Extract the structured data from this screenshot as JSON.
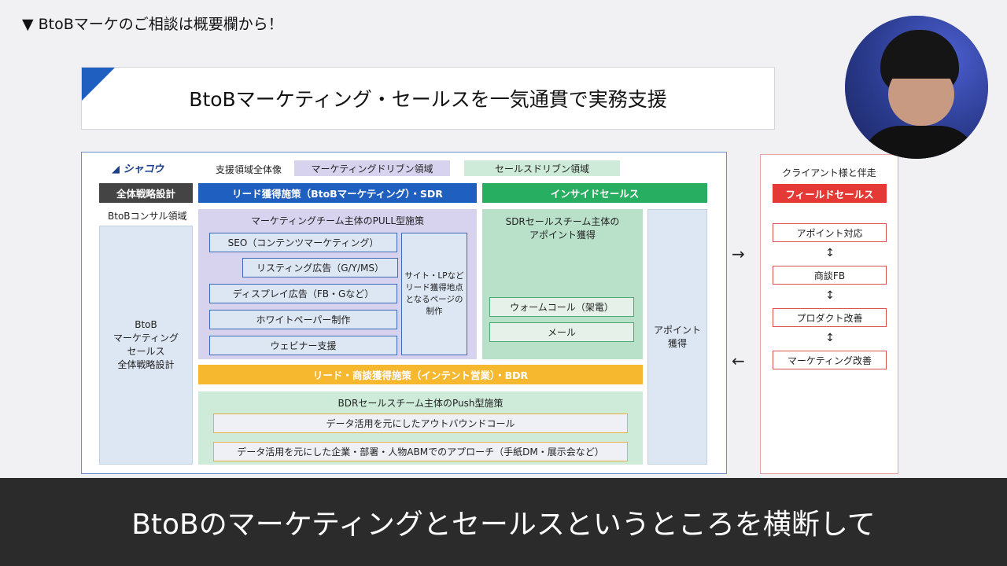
{
  "top_note": "▼ BtoBマーケのご相談は概要欄から！",
  "title": "BtoBマーケティング・セールスを一気通貫で実務支援",
  "logo_text": "シャコウ",
  "legend": {
    "label": "支援領域全体像",
    "marketing": "マーケティングドリブン領域",
    "sales": "セールスドリブン領域"
  },
  "strategy": {
    "header": "全体戦略設計",
    "sub": "BtoBコンサル領域",
    "box_lines": [
      "BtoB",
      "マーケティング",
      "セールス",
      "全体戦略設計"
    ]
  },
  "lead": {
    "header": "リード獲得施策（BtoBマーケティング）・SDR",
    "section_title": "マーケティングチーム主体のPULL型施策",
    "items": [
      "SEO（コンテンツマーケティング）",
      "リスティング広告（G/Y/MS）",
      "ディスプレイ広告（FB・Gなど）",
      "ホワイトペーパー制作",
      "ウェビナー支援"
    ],
    "site_lines": [
      "サイト・LPなど",
      "リード獲得地点",
      "となるページの",
      "制作"
    ]
  },
  "inside": {
    "header": "インサイドセールス",
    "title_lines": [
      "SDRセールスチーム主体の",
      "アポイント獲得"
    ],
    "items": [
      "ウォームコール（架電）",
      "メール"
    ],
    "appoint_lines": [
      "アポイント",
      "獲得"
    ]
  },
  "bdr": {
    "header": "リード・商談獲得施策（インテント営業）・BDR",
    "section_title": "BDRセールスチーム主体のPush型施策",
    "items": [
      "データ活用を元にしたアウトバウンドコール",
      "データ活用を元にした企業・部署・人物ABMでのアプローチ（手紙DM・展示会など）"
    ]
  },
  "client": {
    "label": "クライアント様と伴走",
    "header": "フィールドセールス",
    "items": [
      "アポイント対応",
      "商談FB",
      "プロダクト改善",
      "マーケティング改善"
    ]
  },
  "subtitle": "BtoBのマーケティングとセールスというところを横断して",
  "colors": {
    "blue_header": "#1f5fbf",
    "green_header": "#27ae60",
    "yellow_header": "#f5b82e",
    "red_header": "#e53935",
    "dark_header": "#444444",
    "marketing_legend": "#d7d2ee",
    "sales_legend": "#cdebd8"
  }
}
